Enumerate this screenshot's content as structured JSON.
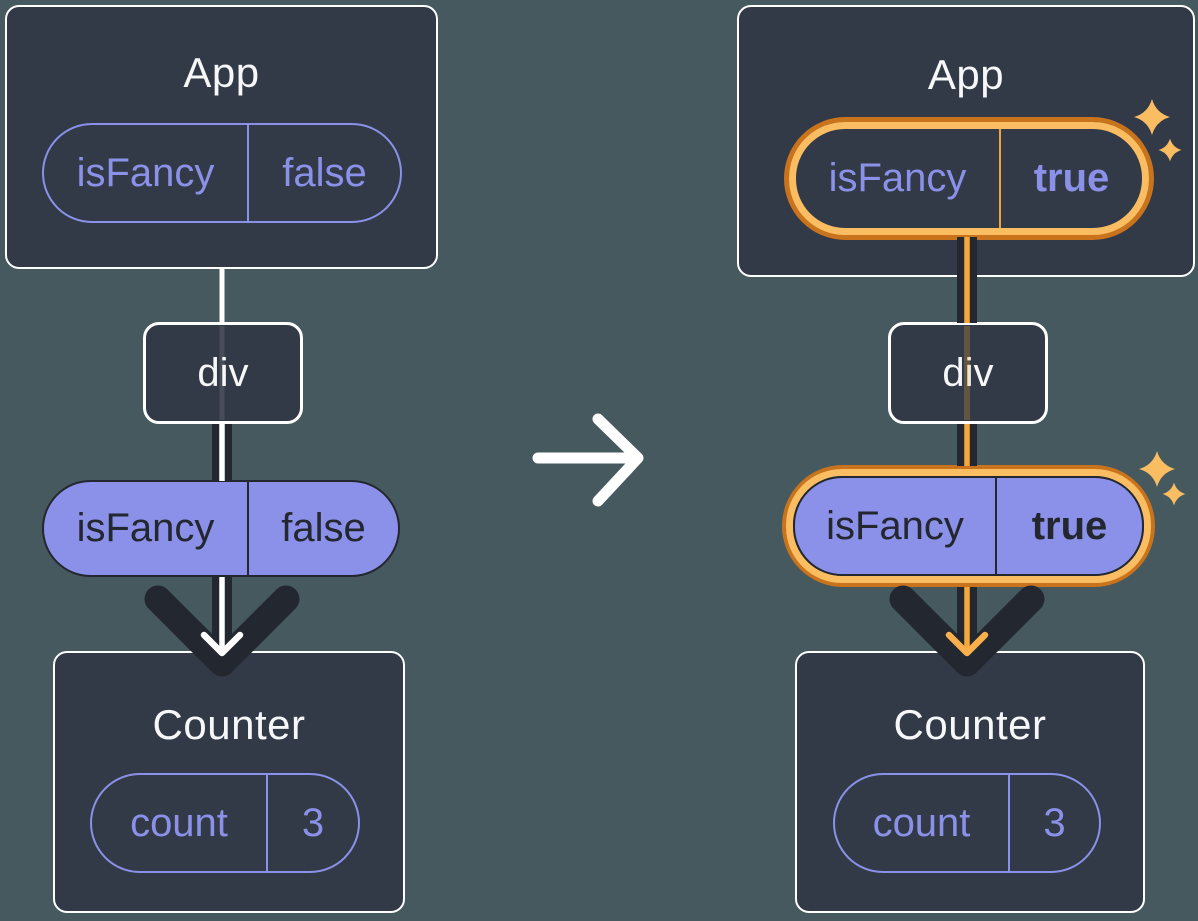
{
  "diagram_title": "Prop flow through component tree: isFancy changes from false to true",
  "palette": {
    "background": "#45595F",
    "card_fill": "#333A47",
    "card_border": "#FFFFFF",
    "dark_stroke": "#23272F",
    "purple": "#8B91E8",
    "orange_light": "#FABD62",
    "orange_dark": "#C9731C",
    "white_text": "#F6F7F9"
  },
  "before_tree": {
    "app": {
      "title": "App",
      "prop": {
        "name": "isFancy",
        "value": "false"
      }
    },
    "div_node": {
      "label": "div"
    },
    "passed_prop": {
      "name": "isFancy",
      "value": "false"
    },
    "counter": {
      "title": "Counter",
      "state": {
        "name": "count",
        "value": "3"
      }
    }
  },
  "after_tree": {
    "app": {
      "title": "App",
      "prop": {
        "name": "isFancy",
        "value": "true"
      }
    },
    "div_node": {
      "label": "div"
    },
    "passed_prop": {
      "name": "isFancy",
      "value": "true"
    },
    "counter": {
      "title": "Counter",
      "state": {
        "name": "count",
        "value": "3"
      }
    }
  },
  "icons": {
    "transition": "arrow-right-icon",
    "prop_flow": "arrow-down-icon",
    "highlight": "sparkles-icon"
  }
}
